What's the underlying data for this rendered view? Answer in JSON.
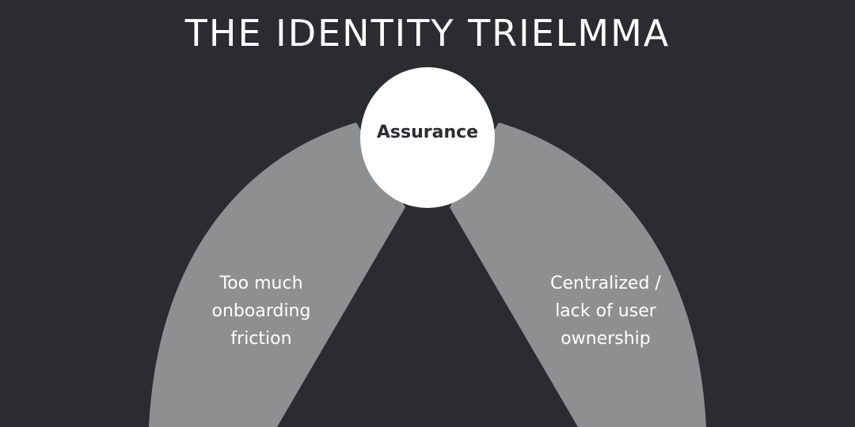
{
  "title": "THE IDENTITY TRIELMMA",
  "top_node": {
    "label": "Assurance"
  },
  "left_arm": {
    "lines": [
      "Too much",
      "onboarding",
      "friction"
    ]
  },
  "right_arm": {
    "lines": [
      "Centralized /",
      "lack of user",
      "ownership"
    ]
  },
  "colors": {
    "background": "#2b2c30",
    "arm_fill": "#8e8f91",
    "node_fill": "#ffffff",
    "text_light": "#ffffff",
    "text_dark": "#2b2c30"
  }
}
